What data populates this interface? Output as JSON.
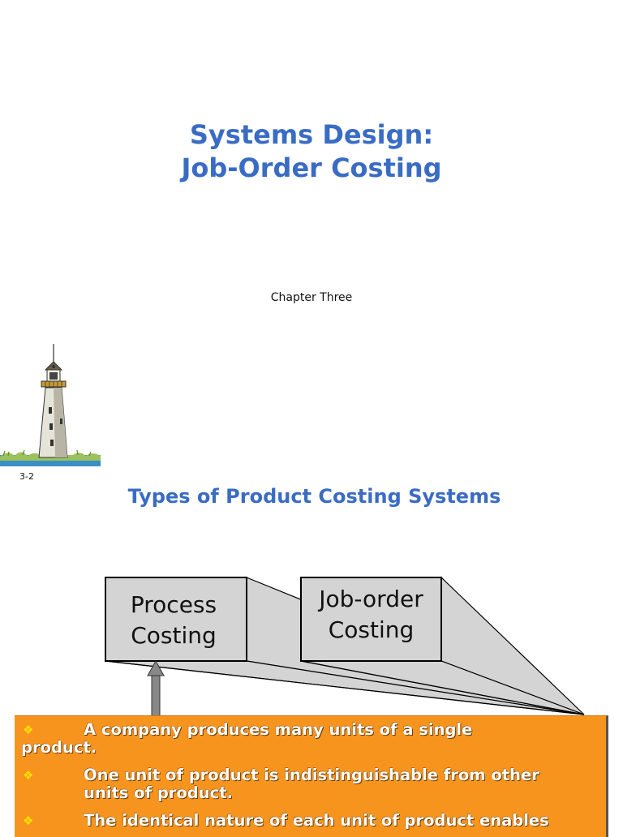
{
  "slide1": {
    "title_line1": "Systems Design:",
    "title_line2": "Job-Order Costing",
    "subtitle": "Chapter Three",
    "image_icon": "lighthouse-icon"
  },
  "slide2": {
    "page_number": "3-2",
    "title": "Types of Product Costing Systems",
    "boxes": [
      {
        "line1": "Process",
        "line2": "Costing"
      },
      {
        "line1": "Job-order",
        "line2": "Costing"
      }
    ],
    "bullet_icon": "diamond-bullet-icon",
    "bullets": [
      {
        "line1": "A company produces many units of a single",
        "line2": "product."
      },
      {
        "line1": "One unit of product is indistinguishable from other",
        "line2": "units of product."
      },
      {
        "line1": "The identical nature of each unit of product  enables",
        "line2": ""
      }
    ],
    "colors": {
      "title_blue": "#3a6cc4",
      "panel_orange": "#f7941d",
      "bullet_yellow": "#ffe100",
      "box_gray": "#d4d4d4"
    }
  }
}
